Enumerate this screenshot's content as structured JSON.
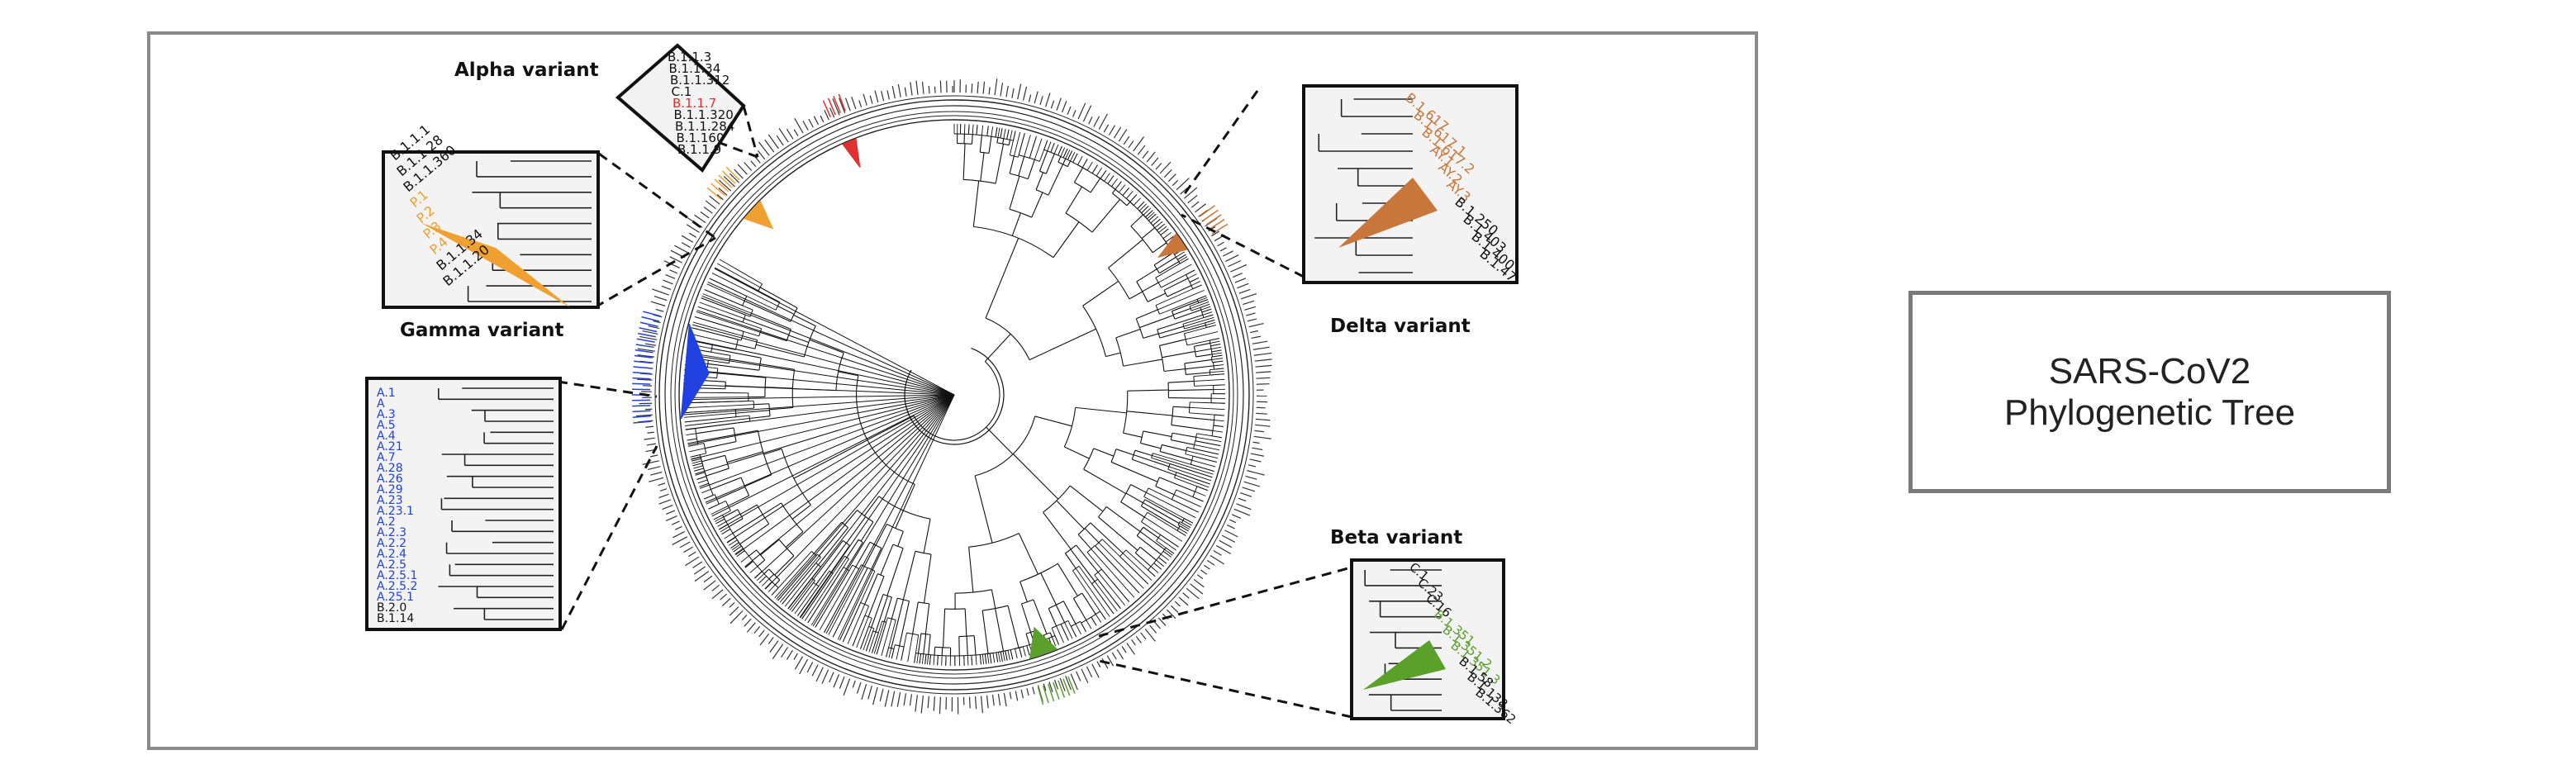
{
  "title": "SARS-CoV2 Phylogenetic Tree",
  "variants": {
    "alpha": {
      "label": "Alpha variant",
      "color": "#e03030"
    },
    "gamma": {
      "label": "Gamma variant",
      "color": "#f0a030"
    },
    "delta": {
      "label": "Delta variant",
      "color": "#c8763a"
    },
    "beta": {
      "label": "Beta variant",
      "color": "#5aa02a"
    },
    "lineage_a": {
      "color": "#2040e0"
    }
  },
  "insets": {
    "alpha": {
      "tips": [
        "B.1.1.3",
        "B.1.1.34",
        "B.1.1.312",
        "C.1",
        "B.1.1.7",
        "B.1.1.320",
        "B.1.1.284",
        "B.1.160",
        "B.1.1.9"
      ],
      "highlight": "B.1.1.7"
    },
    "gamma": {
      "tips": [
        "B.1.1.1",
        "B.1.1.28",
        "B.1.1.360",
        "P.1",
        "P.2",
        "P.3",
        "P.4",
        "B.1.1.34",
        "B.1.1.20"
      ]
    },
    "lineage_a": {
      "tips": [
        "A.1",
        "A",
        "A.3",
        "A.5",
        "A.4",
        "A.21",
        "A.7",
        "A.28",
        "A.26",
        "A.29",
        "A.23",
        "A.23.1",
        "A.2",
        "A.2.3",
        "A.2.2",
        "A.2.4",
        "A.2.5",
        "A.2.5.1",
        "A.2.5.2",
        "A.25.1",
        "B.2.0",
        "B.1.14"
      ]
    },
    "delta": {
      "tips": [
        "B.1.617",
        "B.1.617.1",
        "B.1.617.2",
        "AY.1",
        "AY.2",
        "AY.3",
        "B.1.250",
        "B.1.403",
        "B.1.400",
        "B.1.47"
      ]
    },
    "beta": {
      "tips": [
        "C.1",
        "C.23",
        "C.16",
        "B.1.351",
        "B.1.351.2",
        "B.1.351.3",
        "B.1.58",
        "B.1.138",
        "B.1.362"
      ]
    }
  }
}
